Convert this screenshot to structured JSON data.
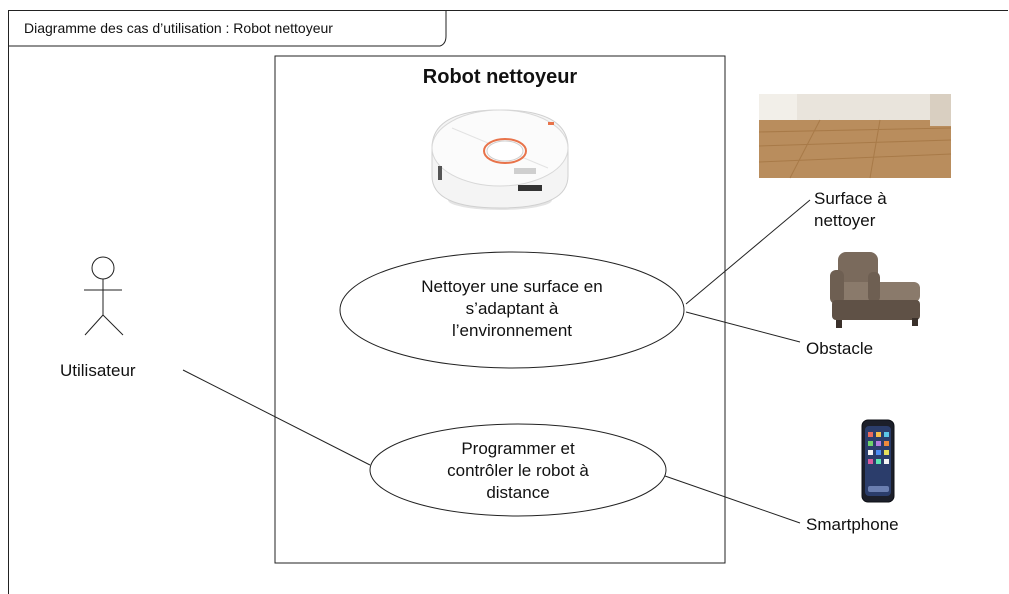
{
  "diagram": {
    "frame_title": "Diagramme des cas d’utilisation : Robot nettoyeur",
    "system_title": "Robot nettoyeur",
    "use_cases": [
      {
        "id": "uc-clean",
        "label": "Nettoyer une surface en s’adaptant à l’environnement",
        "lines": [
          "Nettoyer une surface en",
          "s’adaptant à",
          "l’environnement"
        ]
      },
      {
        "id": "uc-program",
        "label": "Programmer et contrôler le robot à distance",
        "lines": [
          "Programmer et",
          "contrôler le robot à",
          "distance"
        ]
      }
    ],
    "actors": [
      {
        "id": "user",
        "label": "Utilisateur",
        "icon": "stick-figure-icon"
      },
      {
        "id": "surface",
        "label_lines": [
          "Surface à",
          "nettoyer"
        ],
        "icon": "wooden-floor-photo"
      },
      {
        "id": "obstacle",
        "label": "Obstacle",
        "icon": "armchair-photo"
      },
      {
        "id": "smartphone",
        "label": "Smartphone",
        "icon": "smartphone-photo"
      }
    ],
    "associations": [
      [
        "user",
        "uc-program"
      ],
      [
        "surface",
        "uc-clean"
      ],
      [
        "obstacle",
        "uc-clean"
      ],
      [
        "smartphone",
        "uc-program"
      ]
    ],
    "images": {
      "robot": "robot-vacuum-photo"
    }
  }
}
